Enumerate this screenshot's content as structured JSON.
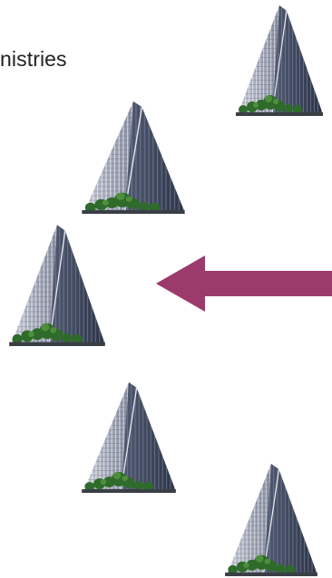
{
  "caption": "nistries",
  "buildings": [
    {
      "name": "building-top-right"
    },
    {
      "name": "building-upper-middle"
    },
    {
      "name": "building-center-left"
    },
    {
      "name": "building-lower-middle"
    },
    {
      "name": "building-bottom-right"
    }
  ],
  "arrow": {
    "direction": "left",
    "color": "#9b3b6b"
  }
}
